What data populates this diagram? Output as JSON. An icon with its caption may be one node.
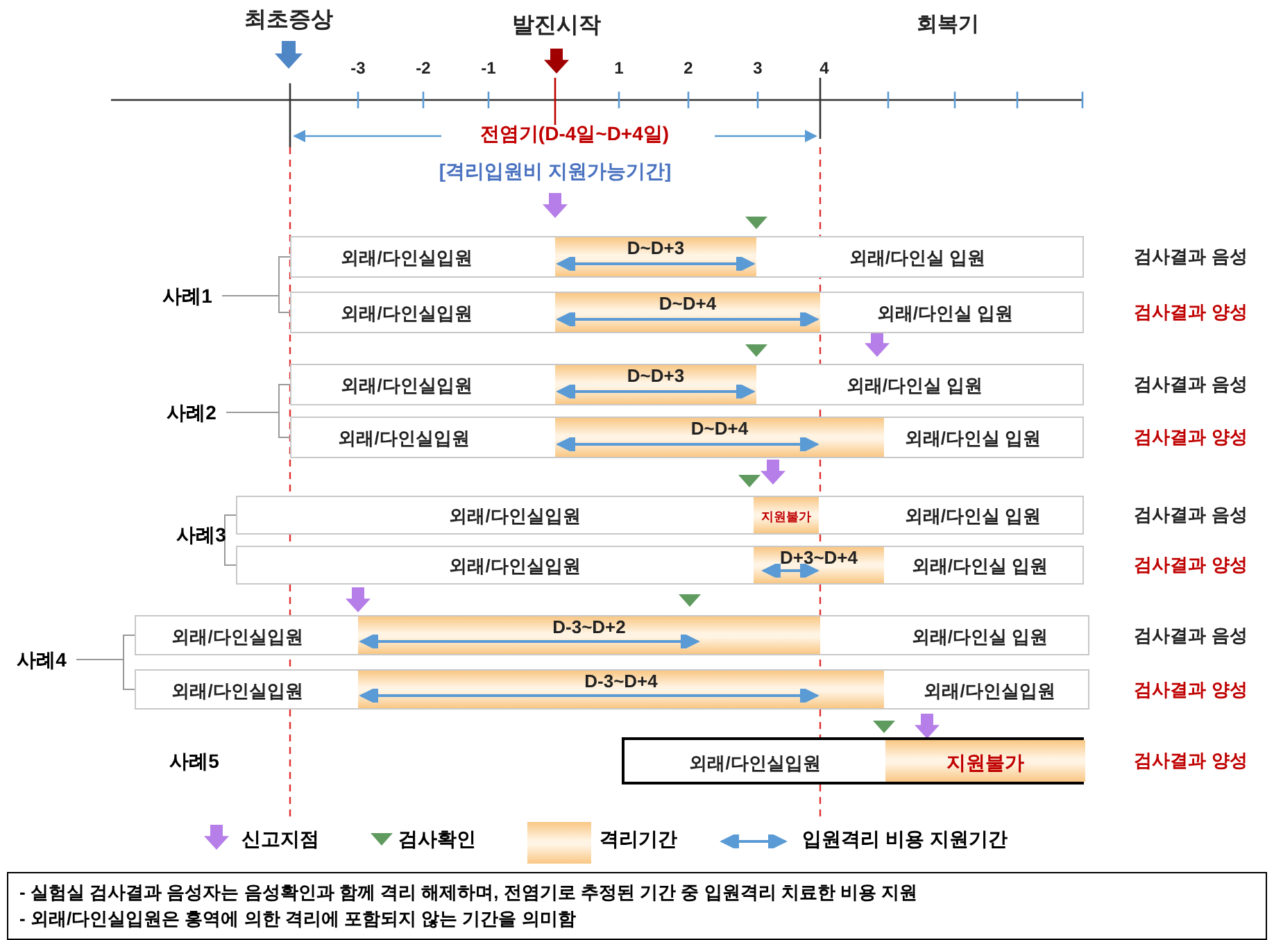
{
  "diagram": {
    "nodes": [
      {
        "text": [
          "사례1"
        ]
      },
      {
        "text": [
          "외래/다인실입원",
          "외래/다인실 입원"
        ],
        "beside": [
          "검사결과 음성"
        ]
      },
      {
        "text": [
          "D~D+3"
        ],
        "in": 1
      },
      {
        "text": [
          "외래/다인실입원",
          "외래/다인실 입원"
        ],
        "beside": [
          "검사결과 양성"
        ]
      },
      {
        "text": [
          "D~D+4"
        ],
        "in": 3
      },
      {
        "text": [
          "사례2"
        ]
      },
      {
        "text": [
          "외래/다인실입원",
          "외래/다인실 입원"
        ],
        "beside": [
          "검사결과 음성"
        ]
      },
      {
        "text": [
          "D~D+3"
        ],
        "in": 6
      },
      {
        "text": [
          "외래/다인실입원",
          "외래/다인실 입원"
        ],
        "beside": [
          "검사결과 양성"
        ]
      },
      {
        "text": [
          "D~D+4"
        ],
        "in": 8
      },
      {
        "text": [
          "사례3"
        ]
      },
      {
        "text": [
          "외래/다인실입원",
          "외래/다인실 입원"
        ],
        "beside": [
          "검사결과 음성"
        ]
      },
      {
        "text": [
          "지원불가"
        ],
        "in": 11
      },
      {
        "text": [
          "외래/다인실입원",
          "외래/다인실 입원"
        ],
        "beside": [
          "검사결과 양성"
        ]
      },
      {
        "text": [
          "D+3~D+4"
        ],
        "in": 13
      },
      {
        "text": [
          "사례4"
        ]
      },
      {
        "text": [
          "외래/다인실입원",
          "외래/다인실 입원"
        ],
        "beside": [
          "검사결과 음성"
        ]
      },
      {
        "text": [
          "D-3~D+2"
        ],
        "in": 16
      },
      {
        "text": [
          "외래/다인실입원",
          "외래/다인실입원"
        ],
        "beside": [
          "검사결과 양성"
        ]
      },
      {
        "text": [
          "D-3~D+4"
        ],
        "in": 18
      },
      {
        "text": [
          "사례5"
        ]
      },
      {
        "text": [
          "외래/다인실입원"
        ],
        "beside": [
          "검사결과 양성"
        ]
      },
      {
        "text": [
          "지원불가"
        ],
        "in": 21
      },
      {
        "text": [
          "- 실험실 검사결과 음성자는 음성확인과 함께 격리 해제하며, 전염기로 추정된 기간 중 입원격리 치료한 비용 지원",
          "- 외래/다인실입원은 홍역에 의한 격리에 포함되지 않는 기간을 의미함"
        ]
      }
    ],
    "edges": [
      {
        "from": 0,
        "to": 1,
        "arrow": "none"
      },
      {
        "from": 0,
        "to": 3,
        "arrow": "none"
      },
      {
        "from": 5,
        "to": 6,
        "arrow": "none"
      },
      {
        "from": 5,
        "to": 8,
        "arrow": "none"
      },
      {
        "from": 10,
        "to": 11,
        "arrow": "none"
      },
      {
        "from": 10,
        "to": 13,
        "arrow": "none"
      },
      {
        "from": 15,
        "to": 16,
        "arrow": "none"
      },
      {
        "from": 15,
        "to": 18,
        "arrow": "none"
      }
    ],
    "labels": [
      "최초증상",
      "발진시작",
      "회복기",
      "-3",
      "-2",
      "-1",
      "1",
      "2",
      "3",
      "4",
      "전염기(D-4일~D+4일)",
      "[격리입원비 지원가능기간]"
    ],
    "legend": [
      {
        "text": "신고지점"
      },
      {
        "text": "검사확인"
      },
      {
        "text": "격리기간",
        "color": "#f9c784"
      },
      {
        "text": "입원격리 비용 지원기간"
      }
    ]
  }
}
